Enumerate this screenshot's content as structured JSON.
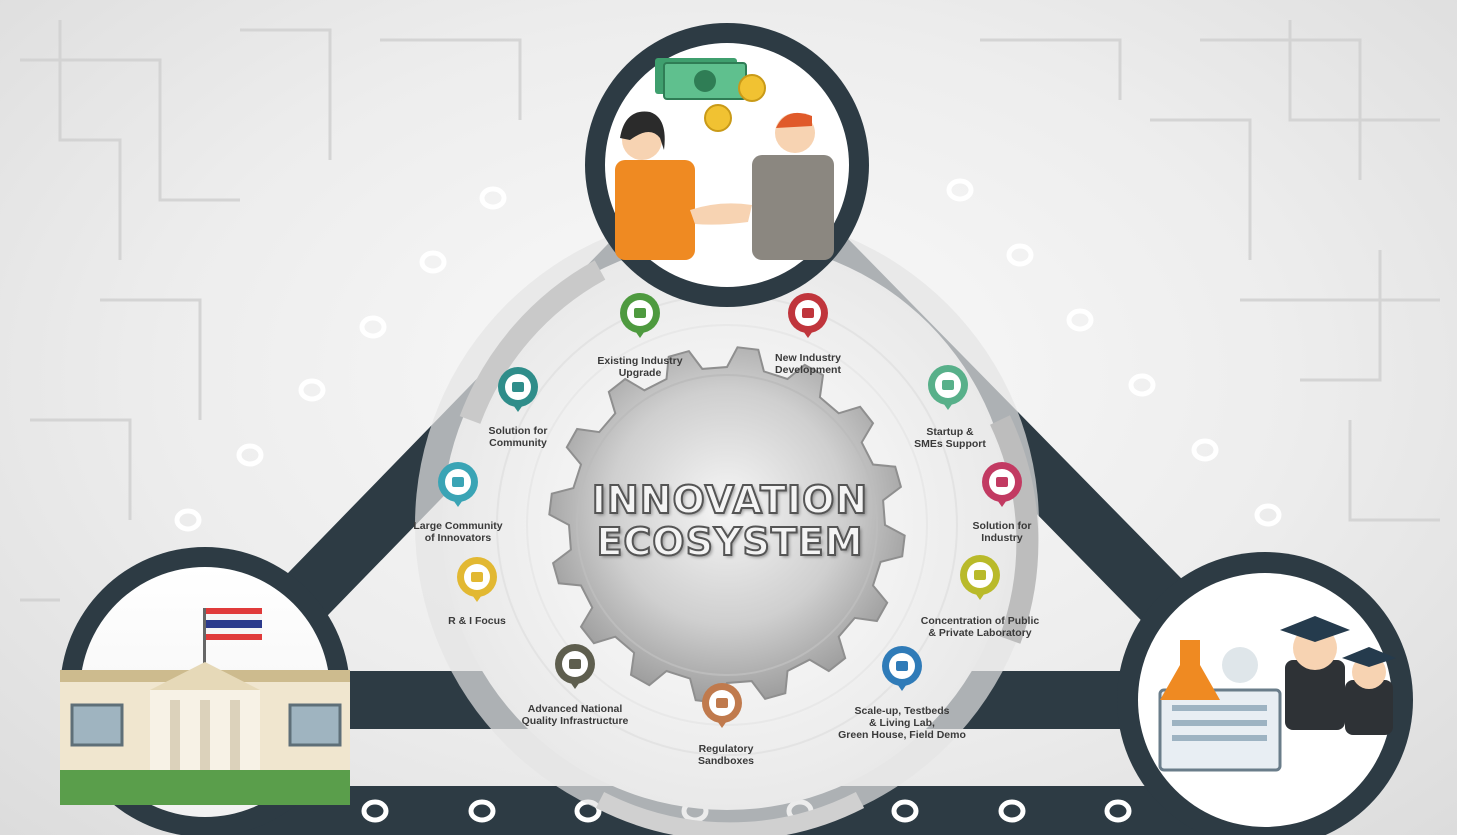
{
  "title": {
    "line1": "INNOVATION",
    "line2": "ECOSYSTEM"
  },
  "items": [
    {
      "label": "Existing Industry\nUpgrade",
      "icon": "chart-icon",
      "color": "#4e9a3f"
    },
    {
      "label": "New Industry\nDevelopment",
      "icon": "factory-icon",
      "color": "#c0353c"
    },
    {
      "label": "Startup &\nSMEs Support",
      "icon": "money-bag-icon",
      "color": "#58b08a"
    },
    {
      "label": "Solution for\nIndustry",
      "icon": "gears-icon",
      "color": "#c23a62"
    },
    {
      "label": "Concentration of Public\n& Private Laboratory",
      "icon": "microscope-icon",
      "color": "#b9ba2a"
    },
    {
      "label": "Scale-up, Testbeds\n& Living Lab,\nGreen House, Field Demo",
      "icon": "magnifier-icon",
      "color": "#2f7bb8"
    },
    {
      "label": "Regulatory\nSandboxes",
      "icon": "scales-icon",
      "color": "#c07a4d"
    },
    {
      "label": "Advanced National\nQuality Infrastructure",
      "icon": "building-icon",
      "color": "#5e5e4e"
    },
    {
      "label": "R & I Focus",
      "icon": "lightbulb-icon",
      "color": "#e2b832"
    },
    {
      "label": "Large Community\nof Innovators",
      "icon": "city-icon",
      "color": "#3aa4b5"
    },
    {
      "label": "Solution for\nCommunity",
      "icon": "handshake-icon",
      "color": "#2f8d8a"
    }
  ],
  "corners": [
    {
      "name": "business",
      "icon": "handshake-money-icon"
    },
    {
      "name": "government",
      "icon": "government-building-icon"
    },
    {
      "name": "academia",
      "icon": "graduates-lab-icon"
    }
  ],
  "colors": {
    "frame": "#2d3b44",
    "hole": "#ffffff",
    "gear": "#cfcfcf"
  }
}
